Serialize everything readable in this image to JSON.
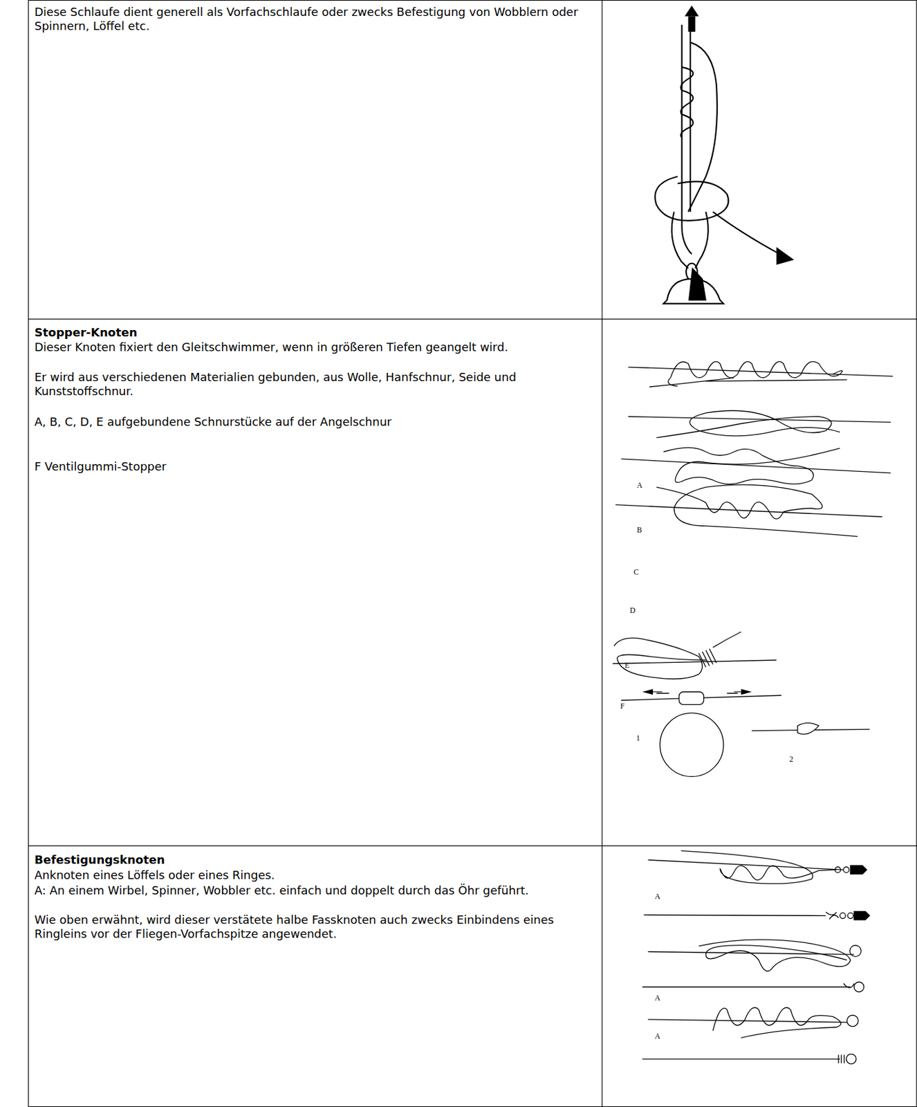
{
  "diagram": {
    "labels": [
      "Diese Schlaufe dient generell als Vorfachschlaufe oder zwecks Befestigung von Wobblern oder Spinnern, Löffel etc.",
      "Stopper-Knoten",
      "Dieser Knoten fixiert den Gleitschwimmer, wenn in größeren Tiefen geangelt wird.",
      "Er wird aus verschiedenen Materialien gebunden, aus Wolle, Hanfschnur, Seide und Kunststoffschnur.",
      "A, B, C, D, E aufgebundene Schnurstücke auf der Angelschnur",
      "F Ventilgummi-Stopper",
      "Befestigungsknoten",
      "Anknoten eines Löffels oder eines Ringes.",
      "A: An einem Wirbel, Spinner, Wobbler etc. einfach und doppelt durch das Öhr geführt.",
      "Wie oben erwähnt, wird dieser verstätete halbe Fassknoten auch zwecks Einbindens eines Ringleins vor der Fliegen-Vorfachspitze angewendet.",
      "A",
      "B",
      "C",
      "D",
      "E",
      "F",
      "1",
      "2",
      "A",
      "A",
      "A"
    ]
  }
}
